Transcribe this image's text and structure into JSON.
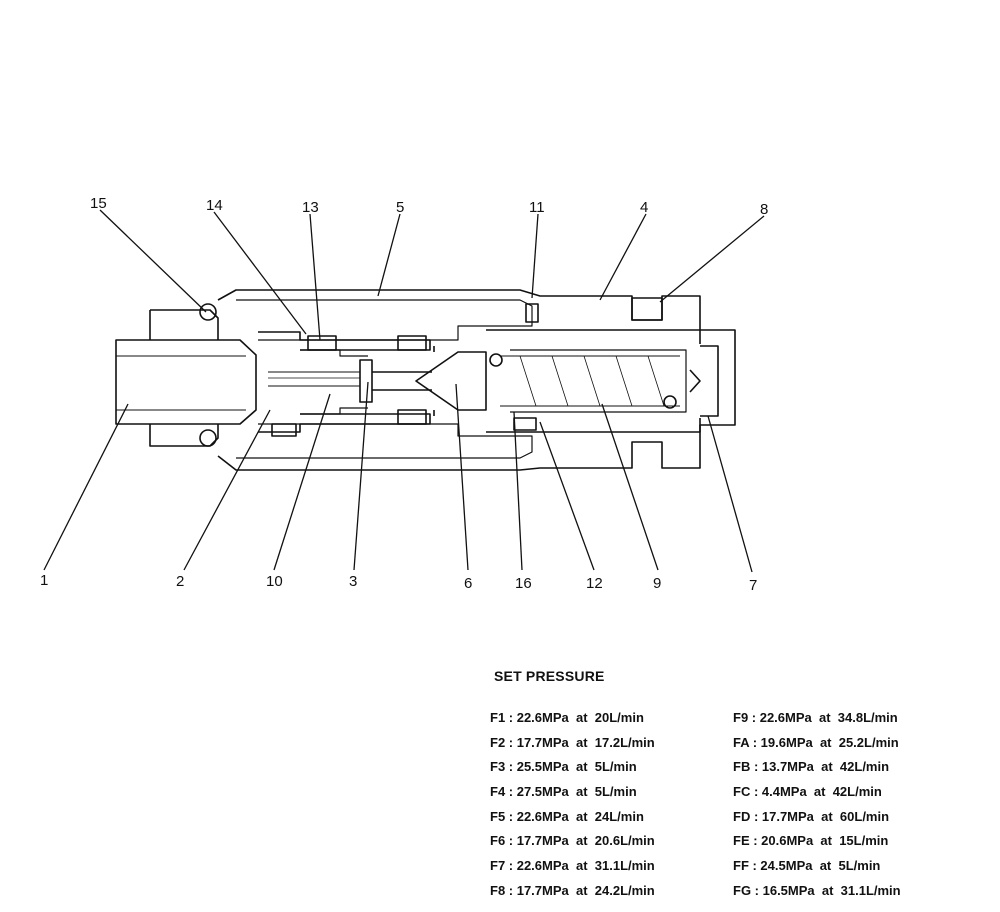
{
  "callouts": [
    {
      "id": "1",
      "label": "1"
    },
    {
      "id": "2",
      "label": "2"
    },
    {
      "id": "3",
      "label": "3"
    },
    {
      "id": "4",
      "label": "4"
    },
    {
      "id": "5",
      "label": "5"
    },
    {
      "id": "6",
      "label": "6"
    },
    {
      "id": "7",
      "label": "7"
    },
    {
      "id": "8",
      "label": "8"
    },
    {
      "id": "9",
      "label": "9"
    },
    {
      "id": "10",
      "label": "10"
    },
    {
      "id": "11",
      "label": "11"
    },
    {
      "id": "12",
      "label": "12"
    },
    {
      "id": "13",
      "label": "13"
    },
    {
      "id": "14",
      "label": "14"
    },
    {
      "id": "15",
      "label": "15"
    },
    {
      "id": "16",
      "label": "16"
    }
  ],
  "set_pressure": {
    "title": "SET PRESSURE",
    "left": [
      "F1 : 22.6MPa  at  20L/min",
      "F2 : 17.7MPa  at  17.2L/min",
      "F3 : 25.5MPa  at  5L/min",
      "F4 : 27.5MPa  at  5L/min",
      "F5 : 22.6MPa  at  24L/min",
      "F6 : 17.7MPa  at  20.6L/min",
      "F7 : 22.6MPa  at  31.1L/min",
      "F8 : 17.7MPa  at  24.2L/min"
    ],
    "right": [
      "F9 : 22.6MPa  at  34.8L/min",
      "FA : 19.6MPa  at  25.2L/min",
      "FB : 13.7MPa  at  42L/min",
      "FC : 4.4MPa  at  42L/min",
      "FD : 17.7MPa  at  60L/min",
      "FE : 20.6MPa  at  15L/min",
      "FF : 24.5MPa  at  5L/min",
      "FG : 16.5MPa  at  31.1L/min"
    ]
  }
}
